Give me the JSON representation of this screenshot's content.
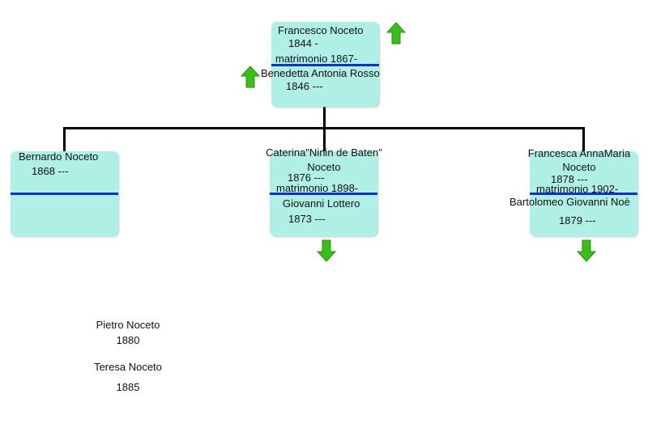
{
  "parents": {
    "father_name": "Francesco Noceto",
    "father_dates": "1844 -",
    "marriage": "matrimonio 1867-",
    "mother_name": "Benedetta Antonia Rosso",
    "mother_dates": "1846 ---"
  },
  "children": [
    {
      "name": "Bernardo Noceto",
      "dates": "1868 ---"
    },
    {
      "name_line1": "Caterina\"Ninin de Baten\"",
      "name_line2": "Noceto",
      "dates": "1876 ---",
      "marriage": "matrimonio 1898-",
      "spouse_name": "Giovanni Lottero",
      "spouse_dates": "1873 ---"
    },
    {
      "name_line1": "Francesca AnnaMaria",
      "name_line2": "Noceto",
      "dates": "1878 ---",
      "marriage": "matrimonio 1902-",
      "spouse_name": "Bartolomeo Giovanni Noè",
      "spouse_dates": "1879 ---"
    }
  ],
  "others": [
    {
      "name": "Pietro Noceto",
      "dates": "1880"
    },
    {
      "name": "Teresa Noceto",
      "dates": "1885"
    }
  ],
  "colors": {
    "box_fill": "#b0efe6",
    "separator": "#1030c8",
    "arrow_green": "#3bbd1a"
  },
  "icons": {
    "up_arrow": "green-up-arrow-icon",
    "down_arrow": "green-down-arrow-icon"
  }
}
